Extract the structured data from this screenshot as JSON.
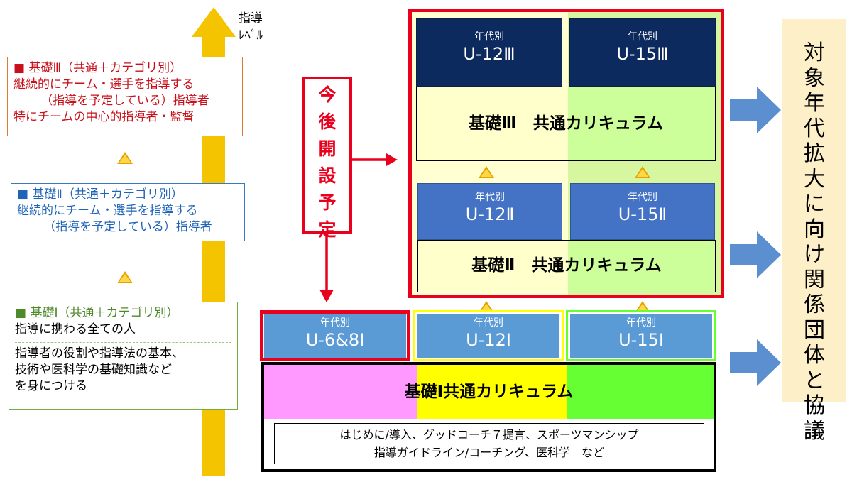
{
  "axis": {
    "label": "指導\nﾚﾍﾞﾙ"
  },
  "levels": {
    "lv3": {
      "head": "■ 基礎Ⅲ（共通＋カテゴリ別）",
      "line1": "継続的にチーム・選手を指導する",
      "line2": "（指導を予定している）指導者",
      "line3": "特にチームの中心的指導者・監督"
    },
    "lv2": {
      "head": "■ 基礎Ⅱ（共通＋カテゴリ別）",
      "line1": "継続的にチーム・選手を指導する",
      "line2": "（指導を予定している）指導者"
    },
    "lv1": {
      "head": "■ 基礎Ⅰ（共通＋カテゴリ別）",
      "line1": "指導に携わる全ての人",
      "line2": "指導者の役割や指導法の基本、",
      "line3": "技術や医科学の基礎知識など",
      "line4": "を身につける"
    }
  },
  "plan": {
    "chars": [
      "今",
      "後",
      "開",
      "設",
      "予",
      "定"
    ]
  },
  "age_label": "年代別",
  "tier3": {
    "left": "U-12Ⅲ",
    "right": "U-15Ⅲ",
    "curriculum": "基礎Ⅲ　共通カリキュラム"
  },
  "tier2": {
    "left": "U-12Ⅱ",
    "right": "U-15Ⅱ",
    "curriculum": "基礎Ⅱ　共通カリキュラム"
  },
  "tier1": {
    "first": "U-6&8Ⅰ",
    "left": "U-12Ⅰ",
    "right": "U-15Ⅰ"
  },
  "base": {
    "curriculum": "基礎Ⅰ共通カリキュラム",
    "topics1": "はじめに/導入、グッドコーチ７提言、スポーツマンシップ",
    "topics2": "指導ガイドライン/コーチング、医科学　など"
  },
  "right_label": "対象年代拡大に向け関係団体と協議",
  "colors": {
    "axis": "#f5c400",
    "red": "#e8001c",
    "navy": "#0d2a5e",
    "blue": "#4472c4",
    "light_blue": "#5b9bd5",
    "arrow_blue": "#5b8fd0",
    "pink": "#ff99ff",
    "yellow": "#ffff00",
    "green": "#66ff33"
  }
}
